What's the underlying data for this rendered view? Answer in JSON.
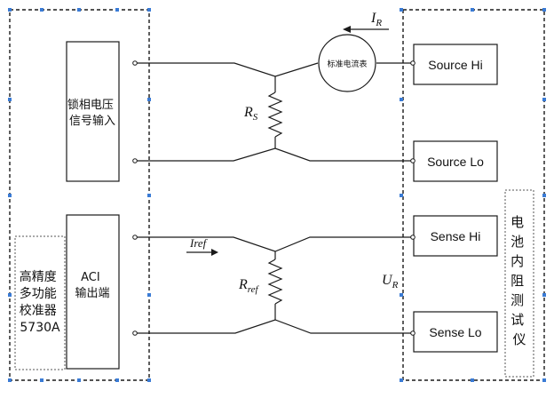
{
  "left_unit": {
    "ref_signal_input": [
      "锁相电压",
      "信号输入"
    ],
    "aci_output": [
      "ACI",
      "输出端"
    ],
    "calibrator": [
      "高精度",
      "多功能",
      "校准器",
      "5730A"
    ]
  },
  "center": {
    "ammeter": "标准电流表",
    "current_ir": {
      "sym": "I",
      "sub": "R"
    },
    "resistor_rs": {
      "sym": "R",
      "sub": "S"
    },
    "current_iref": "Iref",
    "resistor_rref": {
      "sym": "R",
      "sub": "ref"
    },
    "voltage_ur": {
      "sym": "U",
      "sub": "R"
    }
  },
  "right_unit": {
    "terminals": [
      "Source Hi",
      "Source Lo",
      "Sense Hi",
      "Sense Lo"
    ],
    "tester": [
      "电",
      "池",
      "内",
      "阻",
      "测",
      "试",
      "仪"
    ]
  }
}
